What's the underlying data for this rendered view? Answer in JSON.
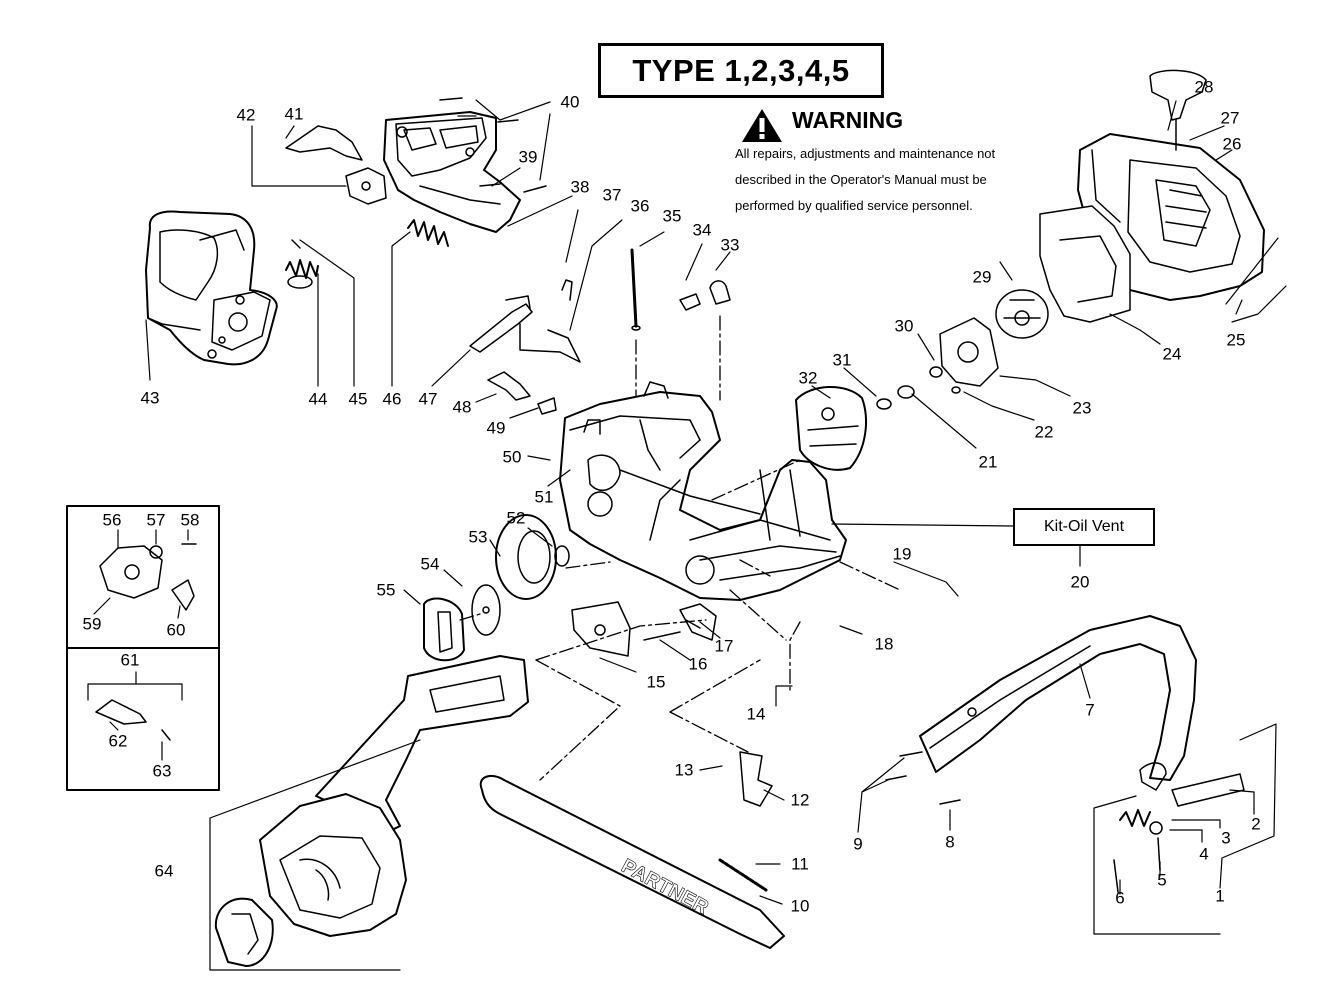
{
  "title": "TYPE 1,2,3,4,5",
  "warning": {
    "heading": "WARNING",
    "lines": [
      "All repairs, adjustments and maintenance not",
      "described in the Operator's Manual must be",
      "performed by qualified  service personnel."
    ]
  },
  "kit_label": "Kit-Oil Vent",
  "part_numbers": [
    "1",
    "2",
    "3",
    "4",
    "5",
    "6",
    "7",
    "8",
    "9",
    "10",
    "11",
    "12",
    "13",
    "14",
    "15",
    "16",
    "17",
    "18",
    "19",
    "20",
    "21",
    "22",
    "23",
    "24",
    "25",
    "26",
    "27",
    "28",
    "29",
    "30",
    "31",
    "32",
    "33",
    "34",
    "35",
    "36",
    "37",
    "38",
    "39",
    "40",
    "41",
    "42",
    "43",
    "44",
    "45",
    "46",
    "47",
    "48",
    "49",
    "50",
    "51",
    "52",
    "53",
    "54",
    "55",
    "56",
    "57",
    "58",
    "59",
    "60",
    "61",
    "62",
    "63",
    "64"
  ],
  "bar_brand": "PARTNER"
}
